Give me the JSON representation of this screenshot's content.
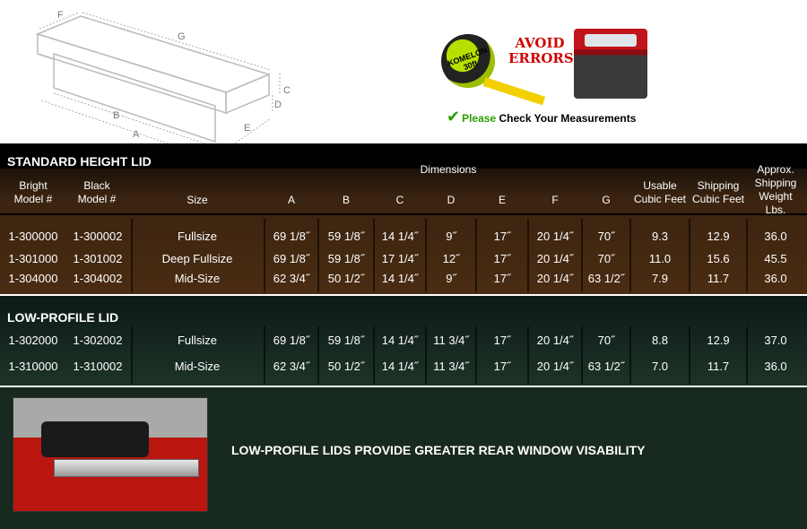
{
  "diagram": {
    "labels": [
      "F",
      "G",
      "B",
      "A",
      "C",
      "D",
      "E"
    ]
  },
  "promo": {
    "avoid_line1": "AVOID",
    "avoid_line2": "ERRORS",
    "tape_brand": "KOMELON",
    "tape_size": "30ft",
    "please": "Please",
    "check": "Check Your Measurements"
  },
  "standard": {
    "title": "STANDARD HEIGHT LID",
    "dimensions_label": "Dimensions",
    "headers": {
      "bright": "Bright\nModel #",
      "black": "Black\nModel #",
      "size": "Size",
      "a": "A",
      "b": "B",
      "c": "C",
      "d": "D",
      "e": "E",
      "f": "F",
      "g": "G",
      "usable": "Usable\nCubic Feet",
      "shipping": "Shipping\nCubic Feet",
      "weight": "Approx.\nShipping\nWeight Lbs."
    },
    "rows": [
      [
        "1-300000",
        "1-300002",
        "Fullsize",
        "69 1/8˝",
        "59 1/8˝",
        "14 1/4˝",
        "9˝",
        "17˝",
        "20 1/4˝",
        "70˝",
        "9.3",
        "12.9",
        "36.0"
      ],
      [
        "1-301000",
        "1-301002",
        "Deep Fullsize",
        "69 1/8˝",
        "59 1/8˝",
        "17 1/4˝",
        "12˝",
        "17˝",
        "20 1/4˝",
        "70˝",
        "11.0",
        "15.6",
        "45.5"
      ],
      [
        "1-304000",
        "1-304002",
        "Mid-Size",
        "62 3/4˝",
        "50 1/2˝",
        "14 1/4˝",
        "9˝",
        "17˝",
        "20 1/4˝",
        "63 1/2˝",
        "7.9",
        "11.7",
        "36.0"
      ]
    ]
  },
  "lowprofile": {
    "title": "LOW-PROFILE LID",
    "rows": [
      [
        "1-302000",
        "1-302002",
        "Fullsize",
        "69 1/8˝",
        "59 1/8˝",
        "14 1/4˝",
        "11 3/4˝",
        "17˝",
        "20 1/4˝",
        "70˝",
        "8.8",
        "12.9",
        "37.0"
      ],
      [
        "1-310000",
        "1-310002",
        "Mid-Size",
        "62 3/4˝",
        "50 1/2˝",
        "14 1/4˝",
        "11 3/4˝",
        "17˝",
        "20 1/4˝",
        "63 1/2˝",
        "7.0",
        "11.7",
        "36.0"
      ]
    ]
  },
  "caption": "LOW-PROFILE LIDS PROVIDE GREATER REAR WINDOW VISABILITY"
}
